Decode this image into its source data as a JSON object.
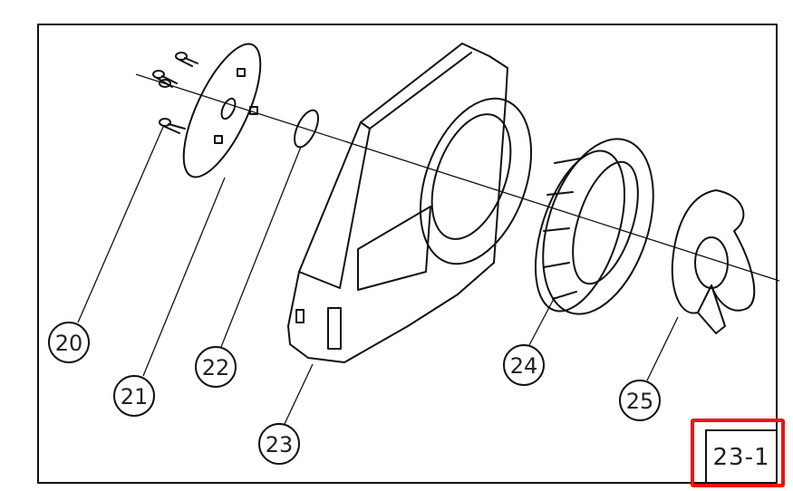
{
  "figure_label": "23-1",
  "highlight_color": "#ee1111",
  "callouts": [
    {
      "number": "20",
      "part": "screws"
    },
    {
      "number": "21",
      "part": "plate"
    },
    {
      "number": "22",
      "part": "circlip"
    },
    {
      "number": "23",
      "part": "starter-cover"
    },
    {
      "number": "24",
      "part": "rope-pulley"
    },
    {
      "number": "25",
      "part": "pawl-hub"
    }
  ]
}
